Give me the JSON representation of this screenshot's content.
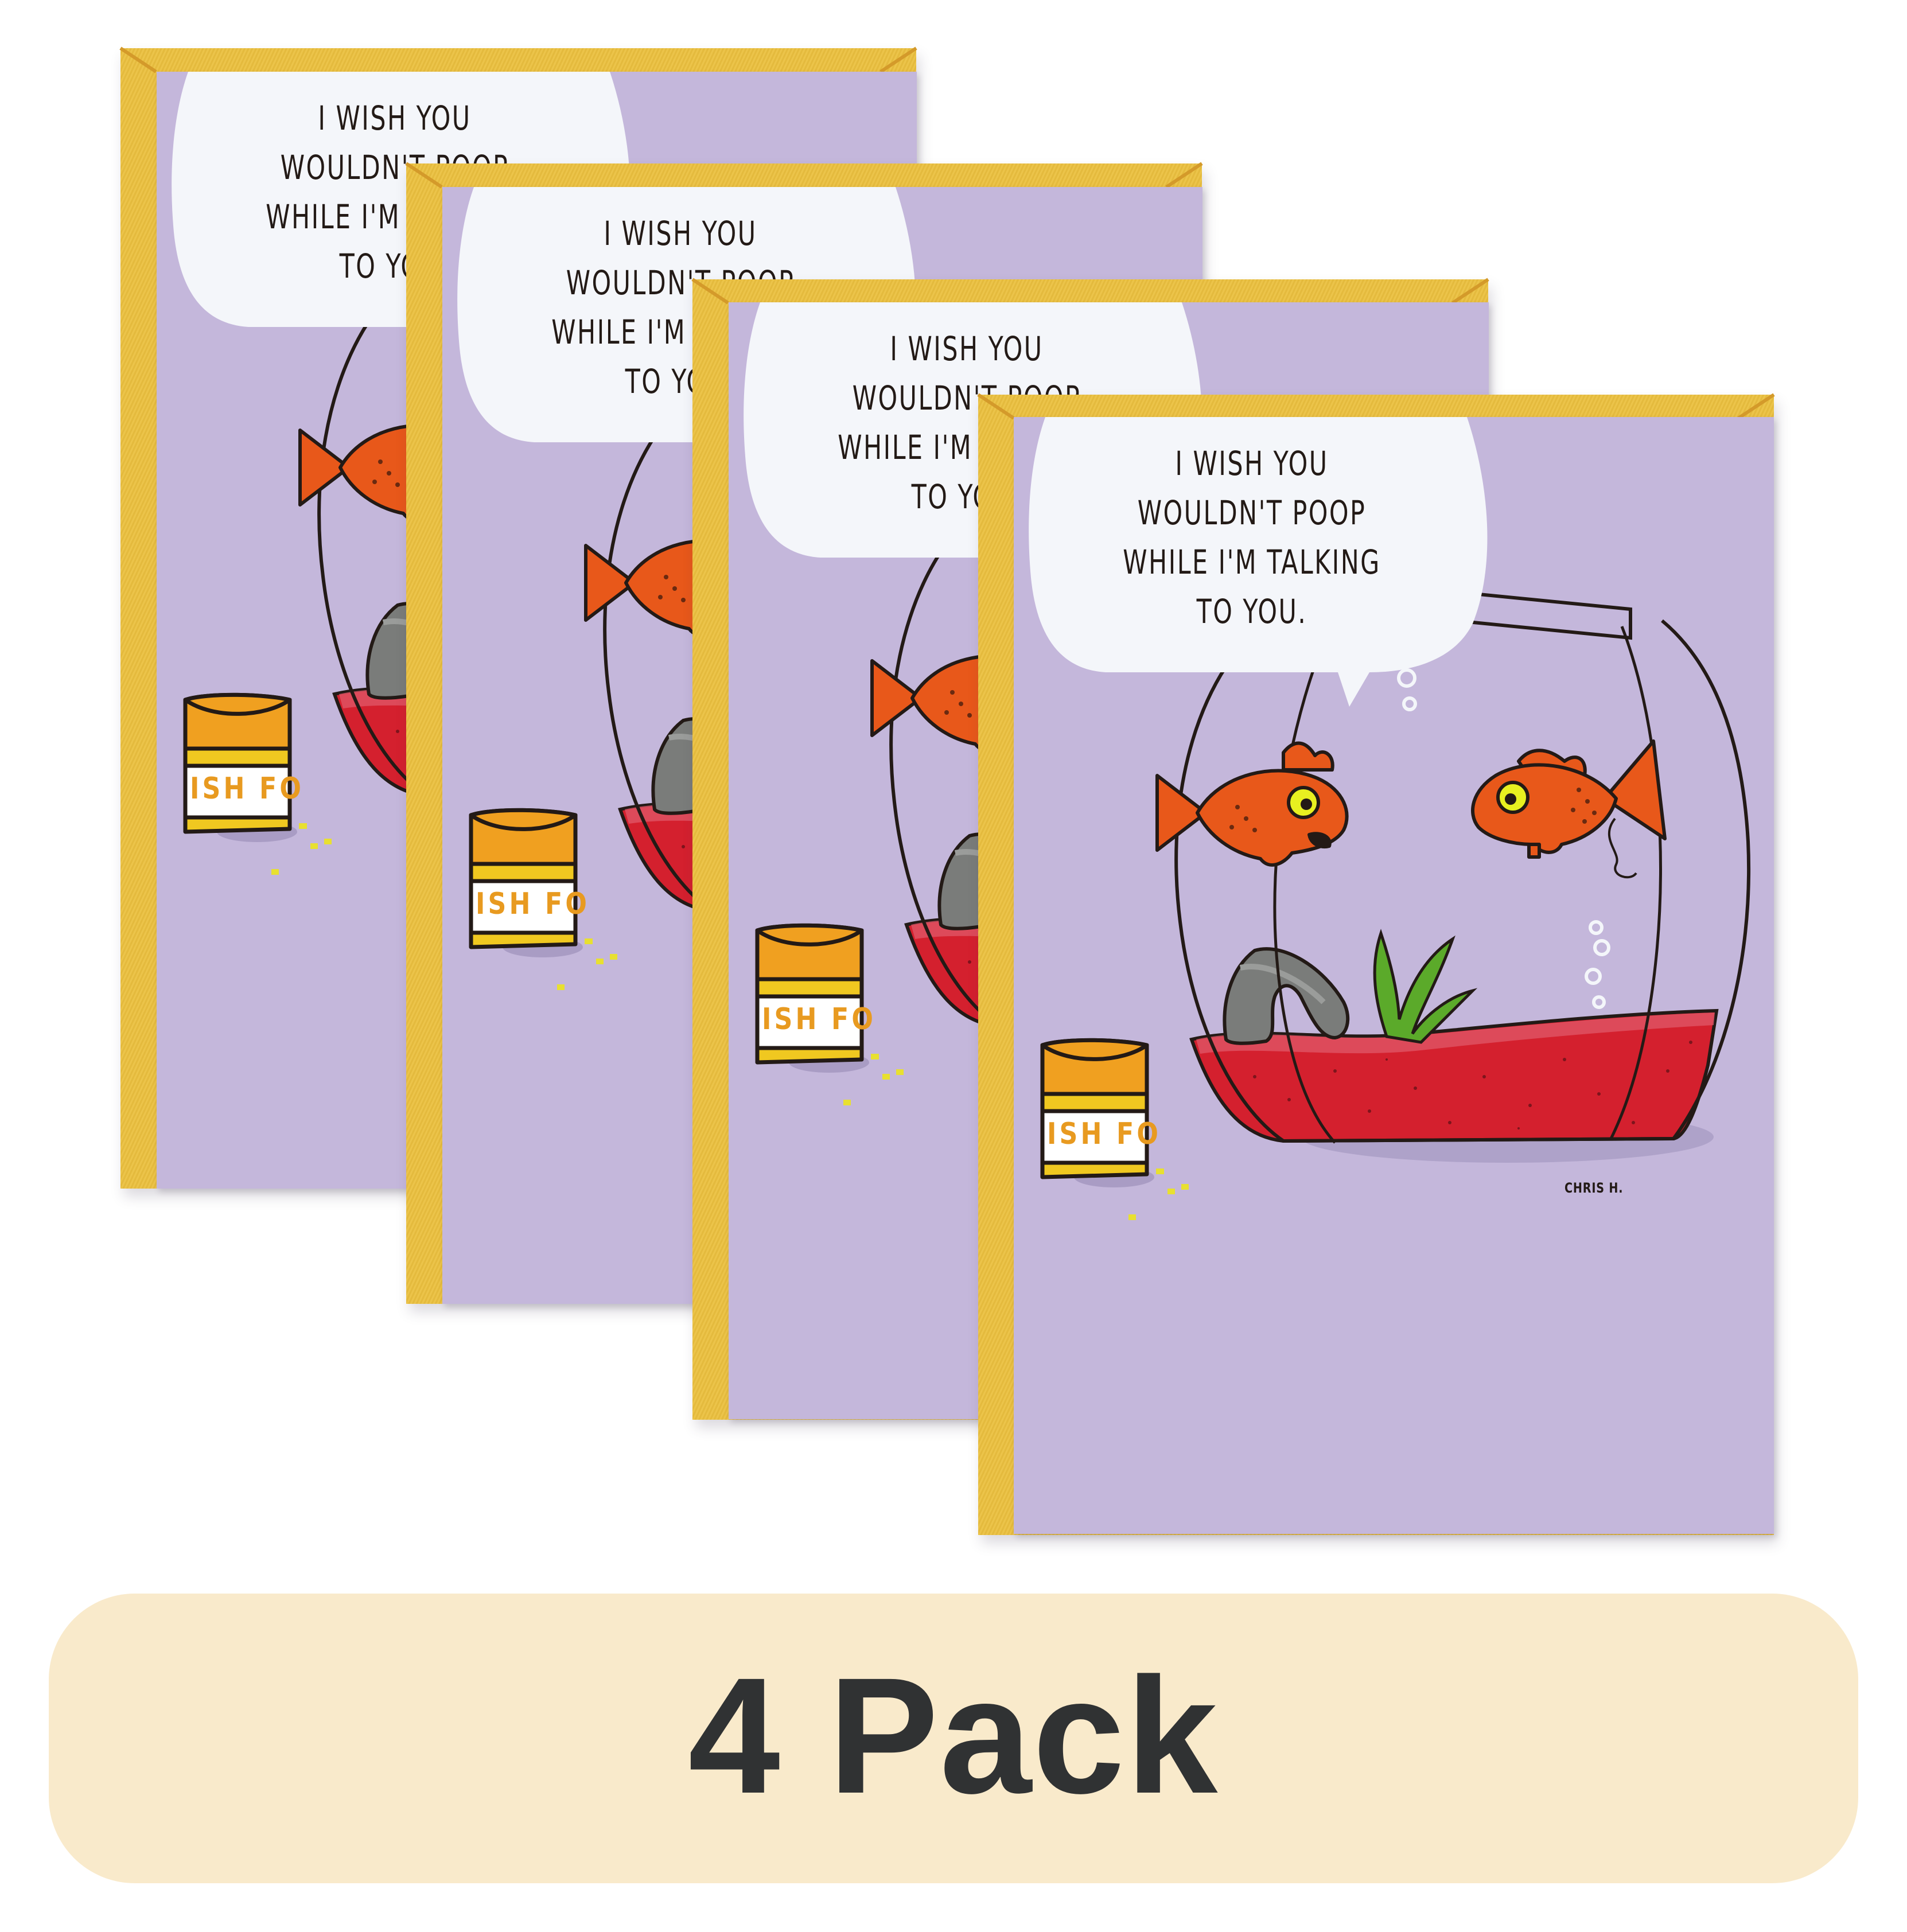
{
  "product": {
    "card_text_lines": [
      "I WISH YOU",
      "WOULDN'T POOP",
      "WHILE I'M TALKING",
      "TO YOU."
    ],
    "can_label": "ISH FO",
    "signature": "CHRIS H.",
    "illustration_elements": [
      "speech-bubble",
      "fishbowl",
      "goldfish-talking",
      "goldfish-pooping",
      "rock-arch",
      "plant",
      "red-gravel",
      "bubbles",
      "fish-food-can",
      "food-flakes"
    ],
    "card_count": 4
  },
  "banner": {
    "label": "4 Pack"
  },
  "colors": {
    "card_background": "#C4B7DB",
    "envelope": "#EBC03F",
    "envelope_fold": "#D49A2A",
    "bubble": "#F4F6FA",
    "outline": "#231A16",
    "fish_orange": "#E8581A",
    "fish_eye": "#E8F020",
    "gravel_red": "#D4202E",
    "rock_gray": "#7A7C7A",
    "plant_green": "#5BAA2A",
    "can_orange": "#F0A020",
    "can_yellow": "#F0C820",
    "banner_background": "#F9EACB",
    "banner_text": "#303233"
  }
}
